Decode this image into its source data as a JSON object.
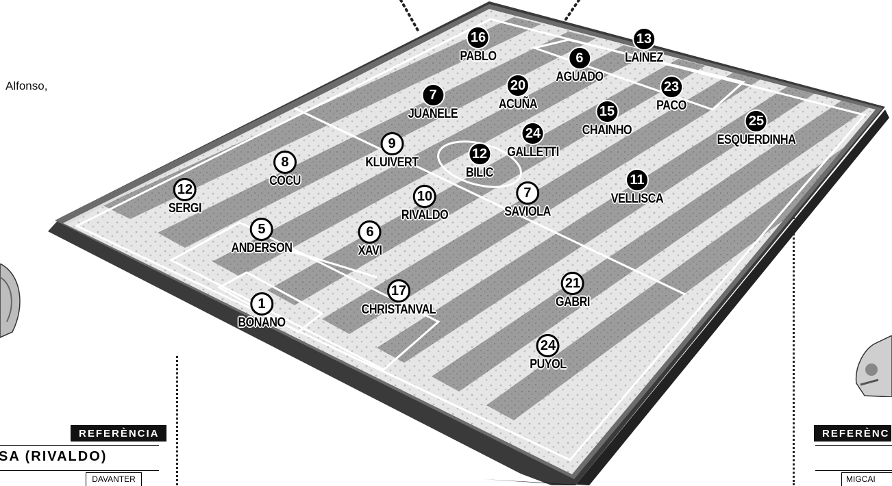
{
  "side_text": "Alfonso,",
  "field": {
    "home_players": [
      {
        "number": "12",
        "name": "SERGI"
      },
      {
        "number": "8",
        "name": "COCU"
      },
      {
        "number": "9",
        "name": "KLUIVERT"
      },
      {
        "number": "10",
        "name": "RIVALDO"
      },
      {
        "number": "7",
        "name": "SAVIOLA"
      },
      {
        "number": "5",
        "name": "ANDERSON"
      },
      {
        "number": "6",
        "name": "XAVI"
      },
      {
        "number": "17",
        "name": "CHRISTANVAL"
      },
      {
        "number": "1",
        "name": "BONANO"
      },
      {
        "number": "21",
        "name": "GABRI"
      },
      {
        "number": "24",
        "name": "PUYOL"
      }
    ],
    "away_players": [
      {
        "number": "16",
        "name": "PABLO"
      },
      {
        "number": "6",
        "name": "AGUADO"
      },
      {
        "number": "13",
        "name": "LAINEZ"
      },
      {
        "number": "7",
        "name": "JUANELE"
      },
      {
        "number": "20",
        "name": "ACUÑA"
      },
      {
        "number": "23",
        "name": "PACO"
      },
      {
        "number": "15",
        "name": "CHAINHO"
      },
      {
        "number": "25",
        "name": "ESQUERDINHA"
      },
      {
        "number": "24",
        "name": "GALLETTI"
      },
      {
        "number": "12",
        "name": "BILIC"
      },
      {
        "number": "11",
        "name": "VELLISCA"
      }
    ]
  },
  "left_panel": {
    "badge": "REFERÈNCIA",
    "name": "SA (RIVALDO)",
    "position": "DAVANTER"
  },
  "right_panel": {
    "badge": "REFERÈNC",
    "position": "MIGCAI"
  }
}
